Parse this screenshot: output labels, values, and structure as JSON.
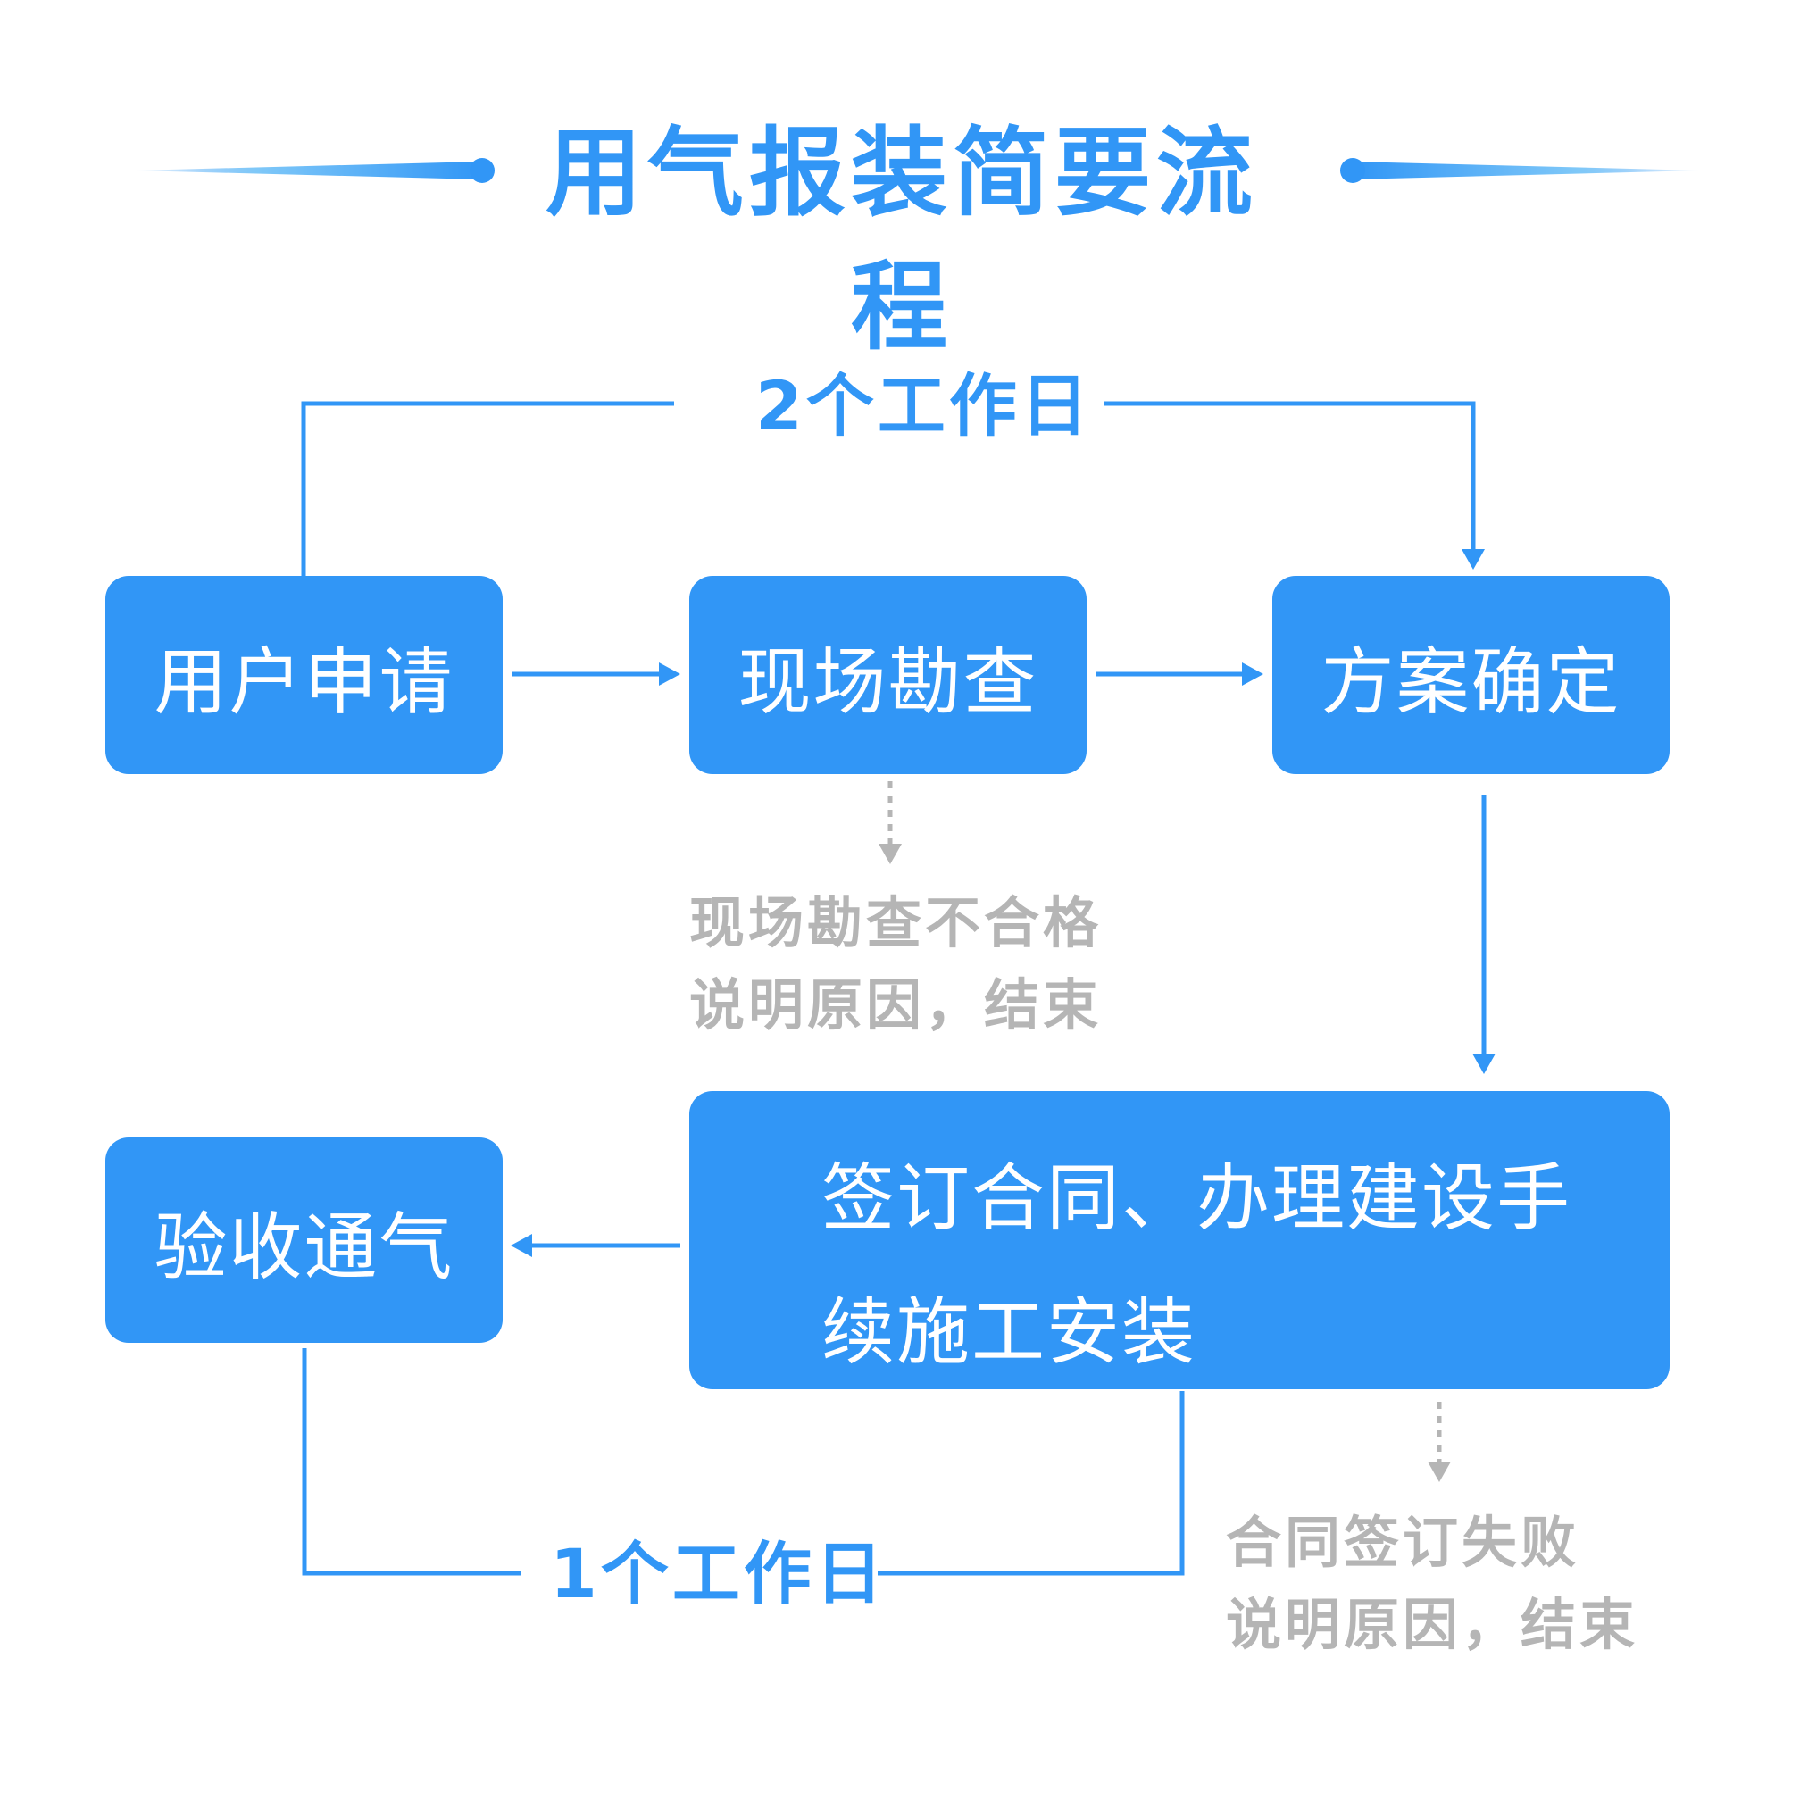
{
  "title": "用气报装简要流程",
  "colors": {
    "accent": "#3196f6",
    "note_gray": "#b5b5b5",
    "box_text": "#ffffff"
  },
  "steps": {
    "apply": "用户申请",
    "survey": "现场勘查",
    "plan": "方案确定",
    "contract_line1": "签订合同、办理建设手",
    "contract_line2": "续施工安装",
    "accept": "验收通气"
  },
  "durations": {
    "top": "2个工作日",
    "bottom": "1个工作日"
  },
  "notes": {
    "survey_fail_line1": "现场勘查不合格",
    "survey_fail_line2": "说明原因，结束",
    "contract_fail_line1": "合同签订失败",
    "contract_fail_line2": "说明原因，结束"
  }
}
